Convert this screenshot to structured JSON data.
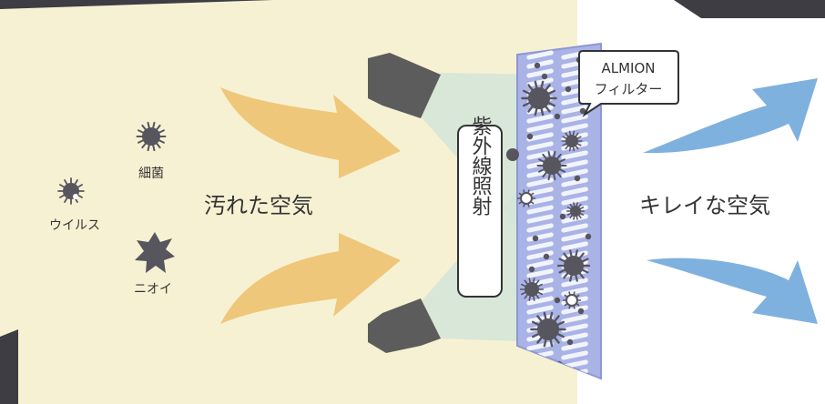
{
  "labels": {
    "virus": "ウイルス",
    "bacteria": "細菌",
    "odor": "ニオイ",
    "dirty_air": "汚れた空気",
    "clean_air": "キレイな空気",
    "uv": "紫外線照射",
    "filter_line1": "ALMION",
    "filter_line2": "フィルター"
  },
  "colors": {
    "dirty_bg": "#f7f1d3",
    "dirty_arrow": "#efc77a",
    "clean_arrow": "#7fb1df",
    "uv_beam": "#d4e5d8",
    "lamp": "#5c5c5c",
    "filter_frame": "#aab3e6",
    "filter_slot": "#ffffff",
    "germ": "#57555d",
    "corner_dark": "#3d3d43"
  },
  "icons": [
    "virus-icon",
    "bacteria-icon",
    "odor-icon",
    "uv-lamp-icon",
    "filter-icon"
  ]
}
